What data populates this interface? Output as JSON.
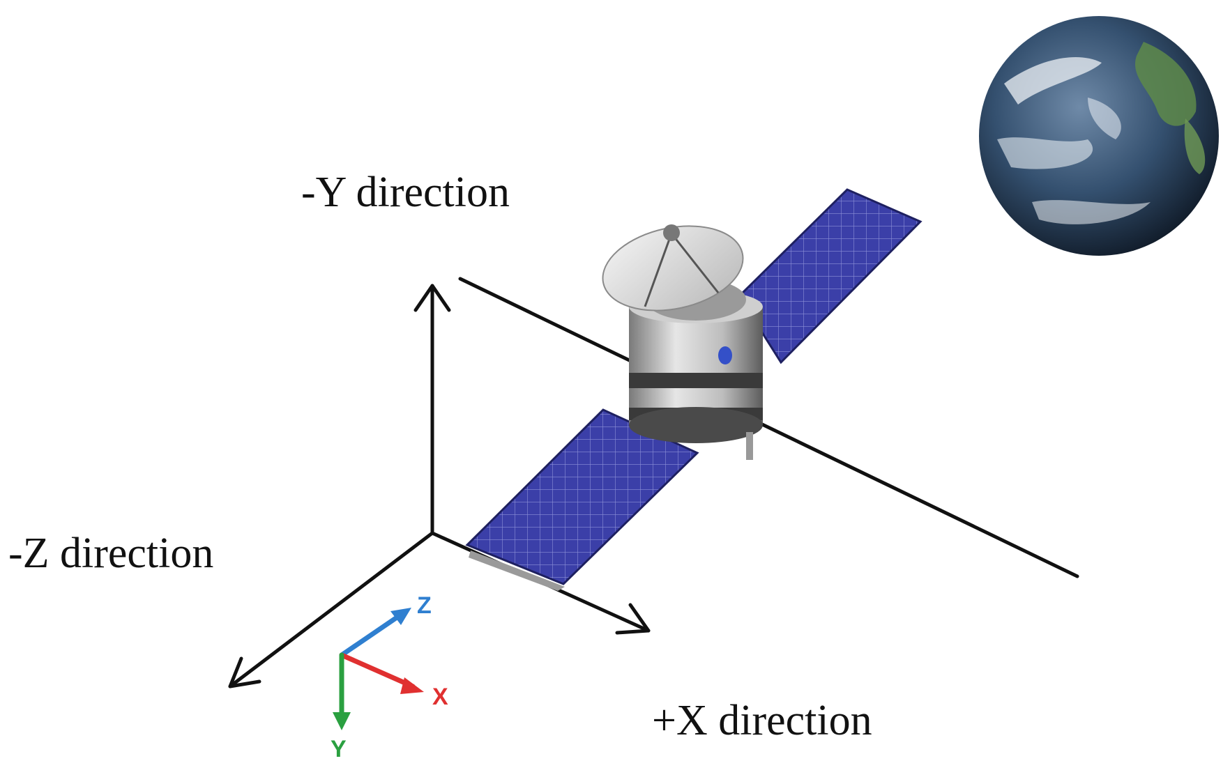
{
  "labels": {
    "neg_y": "-Y direction",
    "neg_z": "-Z direction",
    "pos_x": "+X direction"
  },
  "triad": {
    "z": "Z",
    "x": "X",
    "y": "Y"
  },
  "colors": {
    "axis": "#111111",
    "panel": "#3b3fa8",
    "panel_grid": "#8c90d8",
    "triad_z": "#2f7fd0",
    "triad_x": "#e03030",
    "triad_y": "#2aa040",
    "ocean": "#2c4466",
    "land": "#5e8a4a"
  },
  "icons": [
    "earth-icon",
    "satellite-icon"
  ]
}
